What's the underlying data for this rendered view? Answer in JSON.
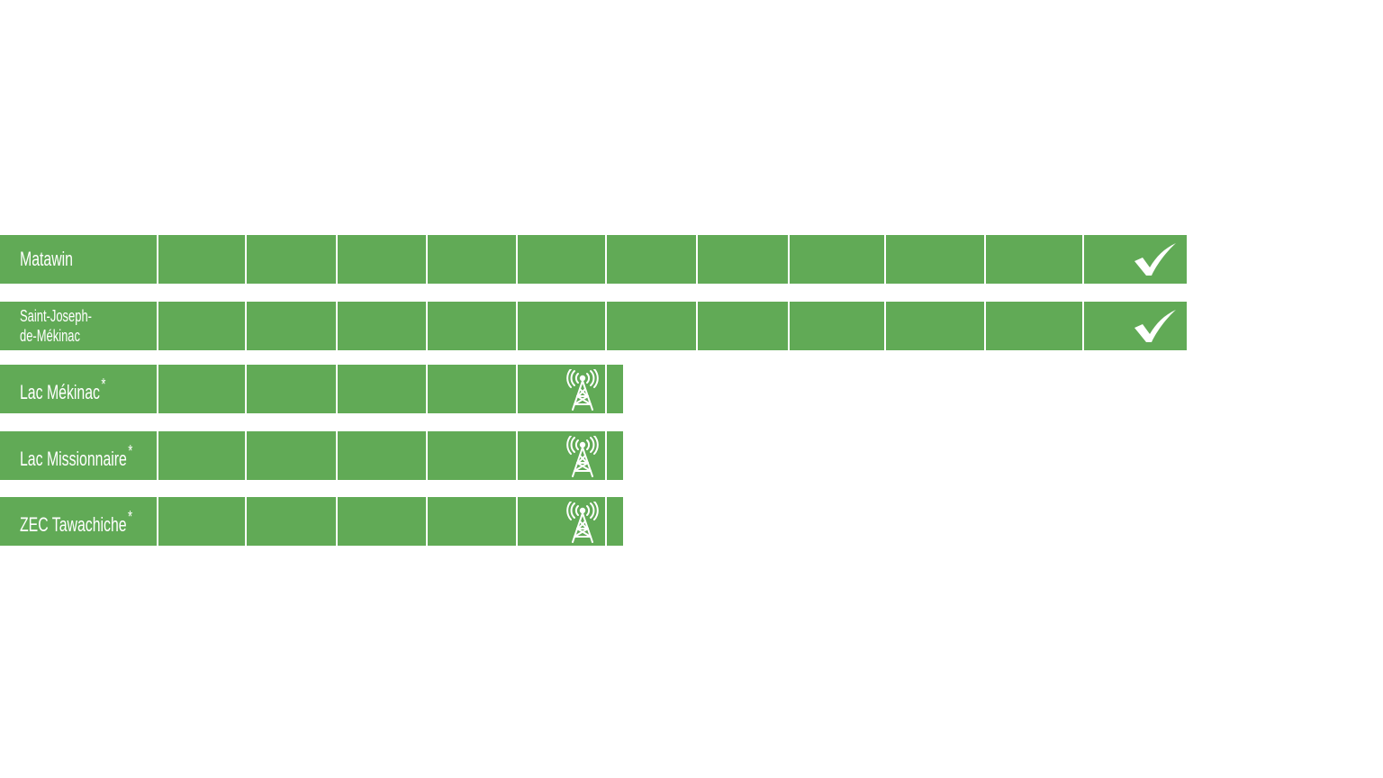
{
  "colors": {
    "bar": "#61aa56",
    "text": "#ffffff",
    "divider": "#ffffff"
  },
  "rows": [
    {
      "label_lines": [
        "Matawin"
      ],
      "asterisk": "",
      "status_icon": "checkmark-icon"
    },
    {
      "label_lines": [
        "Saint-Joseph-",
        "de-Mékinac"
      ],
      "asterisk": "",
      "status_icon": "checkmark-icon"
    },
    {
      "label_lines": [
        "Lac Mékinac"
      ],
      "asterisk": "*",
      "status_icon": "antenna-tower-icon"
    },
    {
      "label_lines": [
        "Lac Missionnaire"
      ],
      "asterisk": "*",
      "status_icon": "antenna-tower-icon"
    },
    {
      "label_lines": [
        "ZEC Tawachiche"
      ],
      "asterisk": "*",
      "status_icon": "antenna-tower-icon"
    }
  ]
}
